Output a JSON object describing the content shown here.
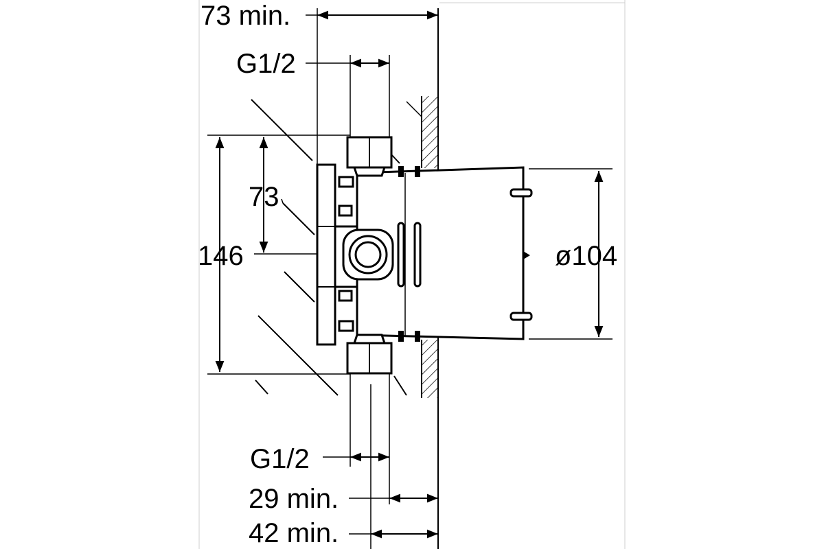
{
  "labels": {
    "top_width": "73 min.",
    "thread_top": "G1/2",
    "spacing": "73",
    "overall_height": "146",
    "diameter": "ø104",
    "thread_bottom": "G1/2",
    "depth_min_a": "29 min.",
    "depth_min_b": "42 min."
  }
}
